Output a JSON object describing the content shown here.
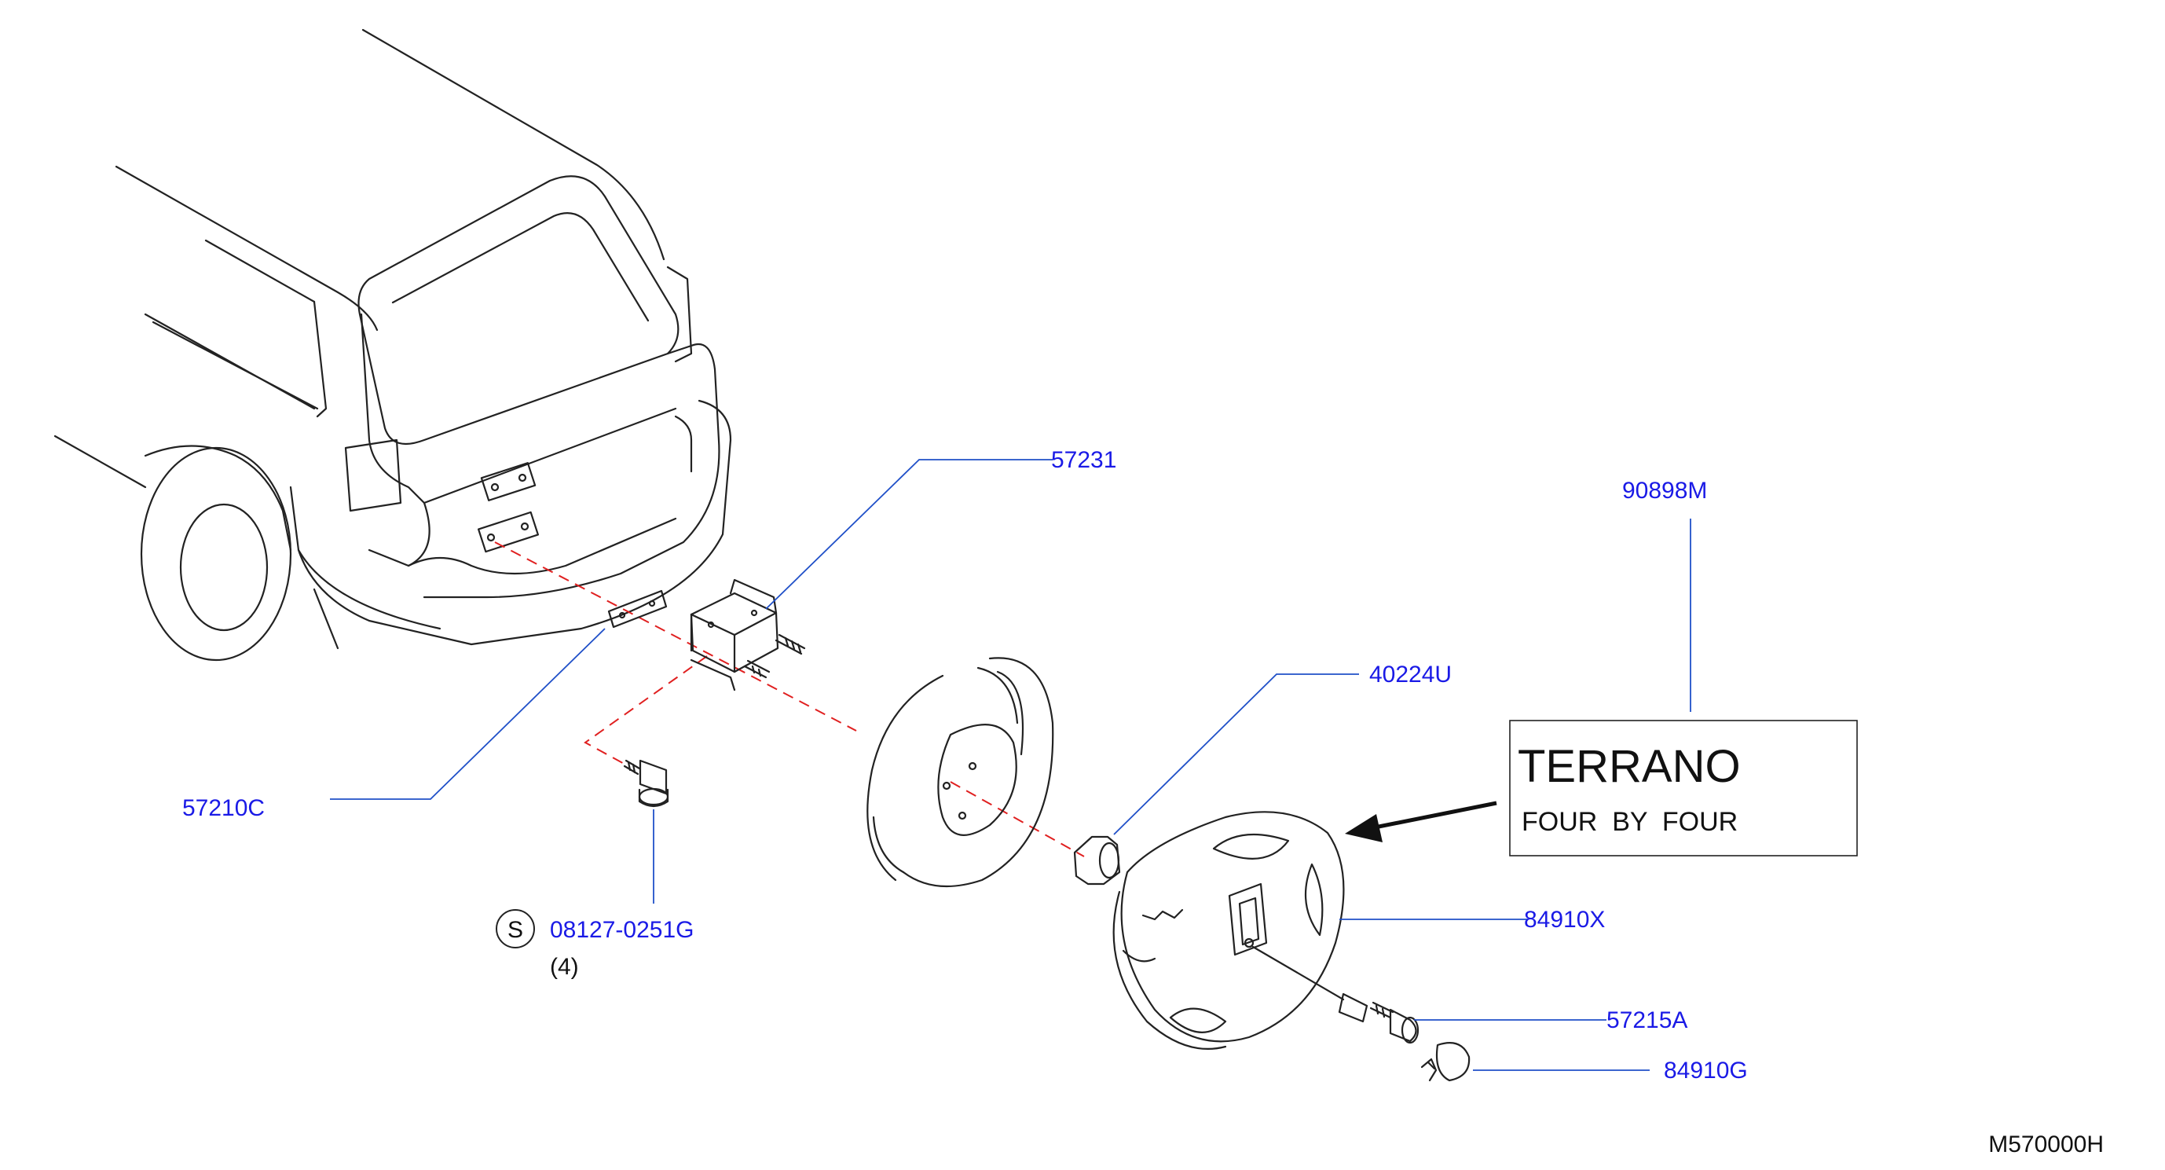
{
  "parts": [
    {
      "id": "p57231",
      "label": "57231"
    },
    {
      "id": "p90898M",
      "label": "90898M"
    },
    {
      "id": "p40224U",
      "label": "40224U"
    },
    {
      "id": "p57210C",
      "label": "57210C"
    },
    {
      "id": "p84910X",
      "label": "84910X"
    },
    {
      "id": "p081270251G",
      "label": "08127-0251G",
      "marker": "S",
      "quantity": "(4)"
    },
    {
      "id": "p57215A",
      "label": "57215A"
    },
    {
      "id": "p84910G",
      "label": "84910G"
    }
  ],
  "decal": {
    "line1": "TERRANO",
    "line2": "FOUR  BY  FOUR"
  },
  "diagram_code": "M570000H",
  "colors": {
    "label": "#1a1ae6",
    "leader": "#2050c8",
    "dashed_path": "#e02020",
    "line_art": "#222222"
  }
}
